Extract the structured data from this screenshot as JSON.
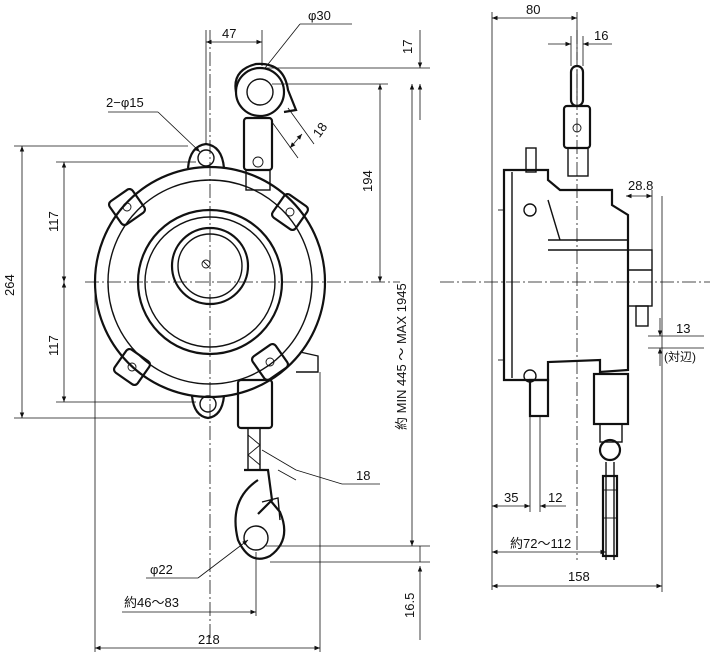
{
  "front_view": {
    "dims": {
      "top_width": "47",
      "hook_dia": "φ30",
      "mount_holes": "2−φ15",
      "hook_thickness_top": "18",
      "overall_height": "264",
      "upper_half": "117",
      "lower_half": "117",
      "hook_to_center": "194",
      "top_offset": "17",
      "stroke": "約 MIN 445 ～ MAX 1945",
      "lower_hook_thickness": "18",
      "lower_hook_dia": "φ22",
      "hook_opening": "約46～83",
      "overall_width": "218",
      "bottom_offset": "16.5"
    }
  },
  "side_view": {
    "dims": {
      "width_top": "80",
      "hook_width": "16",
      "side_protrusion": "28.8",
      "flats": "13",
      "flats_note": "(対辺)",
      "offset_35": "35",
      "offset_12": "12",
      "cable_range": "約72～112",
      "overall_depth": "158"
    }
  }
}
